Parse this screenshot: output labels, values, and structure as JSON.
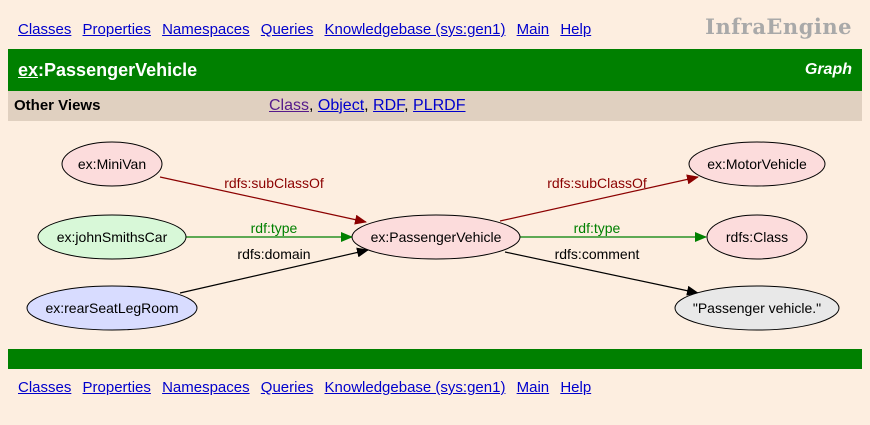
{
  "nav": {
    "items": [
      "Classes",
      "Properties",
      "Namespaces",
      "Queries",
      "Knowledgebase (sys:gen1)",
      "Main",
      "Help"
    ]
  },
  "logo": "InfraEngine",
  "header": {
    "prefix": "ex",
    "name": ":PassengerVehicle",
    "mode": "Graph"
  },
  "views": {
    "label": "Other Views",
    "links": [
      "Class",
      "Object",
      "RDF",
      "PLRDF"
    ]
  },
  "graph": {
    "nodes": {
      "minivan": "ex:MiniVan",
      "johnsmithscar": "ex:johnSmithsCar",
      "rearseat": "ex:rearSeatLegRoom",
      "passenger": "ex:PassengerVehicle",
      "motorvehicle": "ex:MotorVehicle",
      "rdfsclass": "rdfs:Class",
      "literal": "\"Passenger vehicle.\""
    },
    "edges": {
      "minivan_subclass": "rdfs:subClassOf",
      "john_type": "rdf:type",
      "rear_domain": "rdfs:domain",
      "passenger_subclass": "rdfs:subClassOf",
      "passenger_type": "rdf:type",
      "passenger_comment": "rdfs:comment"
    },
    "colors": {
      "subclass": "#8b0000",
      "type": "#008000",
      "other": "#000000",
      "class_fill": "#fcdcdc",
      "instance_fill": "#d8f8d8",
      "property_fill": "#d8dcff",
      "literal_fill": "#e8e8e8"
    }
  },
  "colors": {
    "background": "#fdeee0",
    "bar": "#008000",
    "views_bar": "#e0d0c0",
    "link": "#0000cc"
  }
}
